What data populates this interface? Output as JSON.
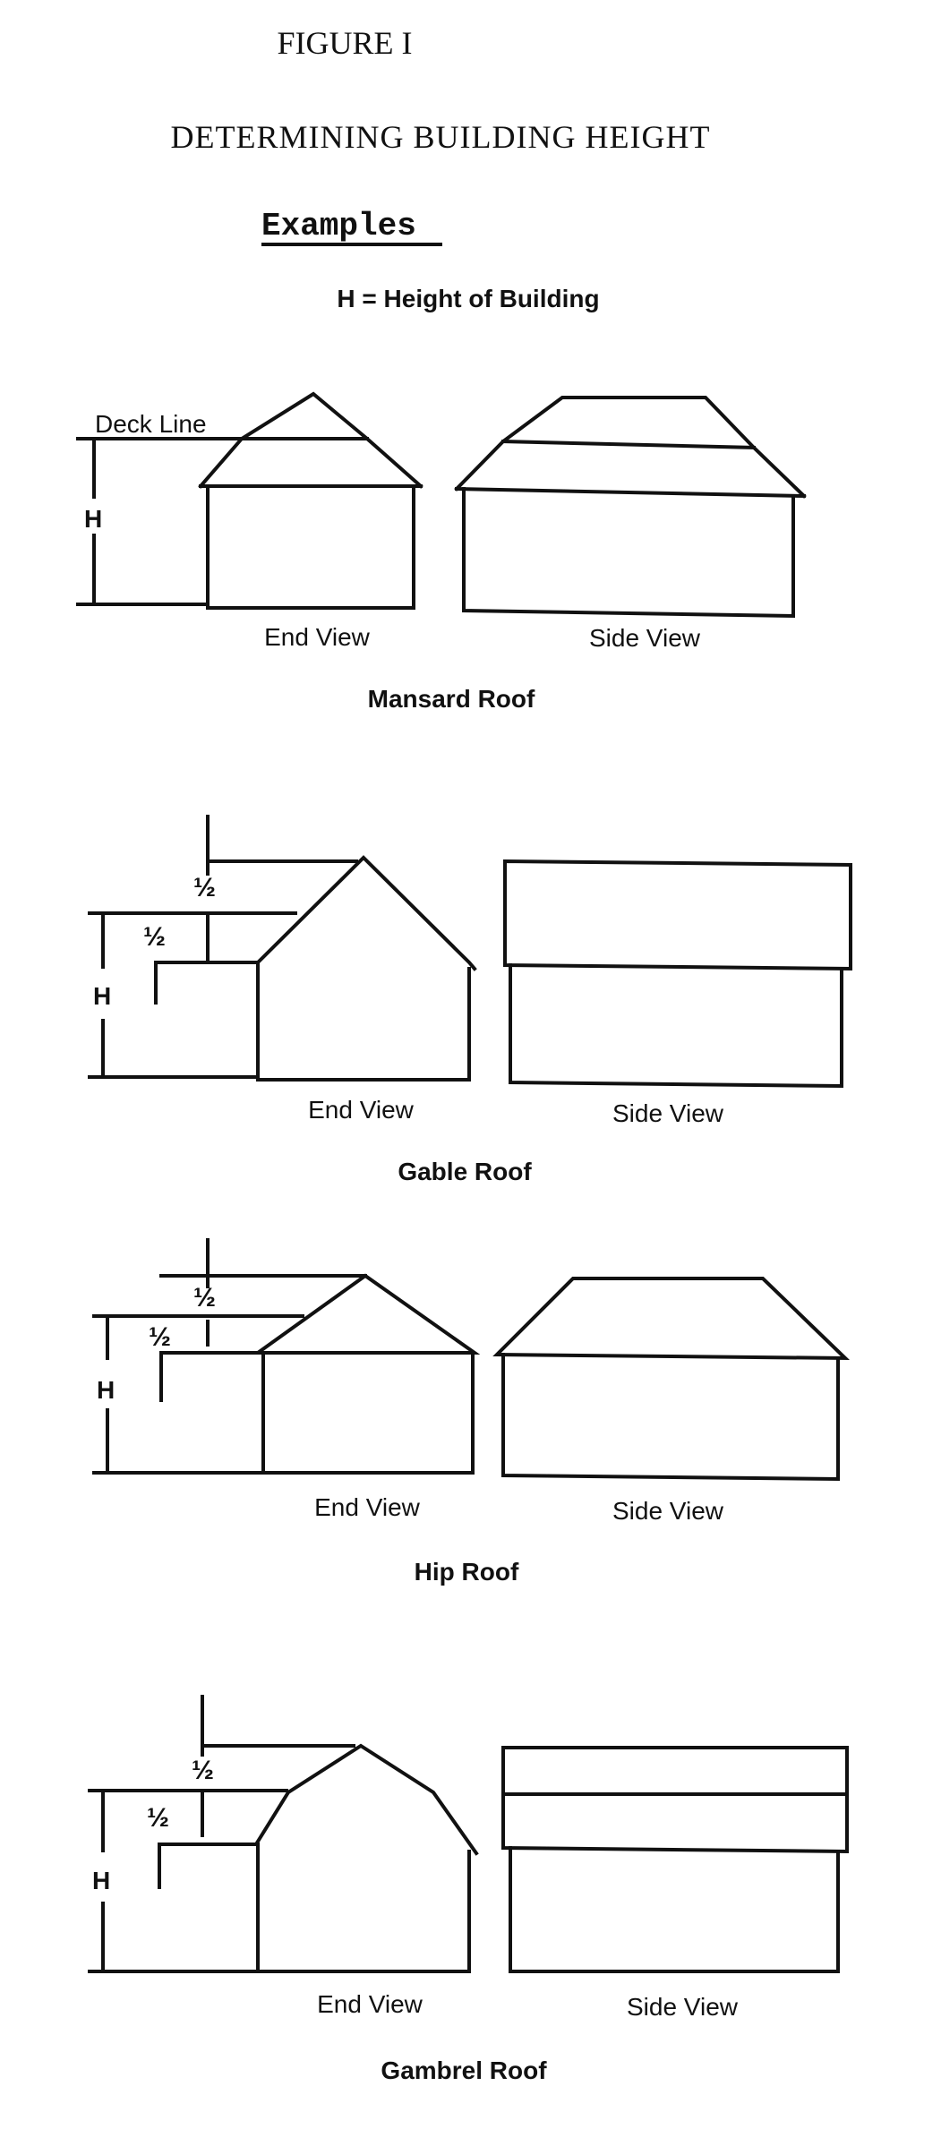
{
  "figure_label": "FIGURE I",
  "title": "DETERMINING BUILDING HEIGHT",
  "subtitle": "Examples",
  "legend": "H = Height of Building",
  "mansard": {
    "deck_line_label": "Deck Line",
    "h_label": "H",
    "end_view_label": "End View",
    "side_view_label": "Side View",
    "roof_name": "Mansard Roof"
  },
  "gable": {
    "half_upper": "½",
    "half_lower": "½",
    "h_label": "H",
    "end_view_label": "End View",
    "side_view_label": "Side View",
    "roof_name": "Gable Roof"
  },
  "hip": {
    "half_upper": "½",
    "half_lower": "½",
    "h_label": "H",
    "end_view_label": "End View",
    "side_view_label": "Side View",
    "roof_name": "Hip Roof"
  },
  "gambrel": {
    "half_upper": "½",
    "half_lower": "½",
    "h_label": "H",
    "end_view_label": "End View",
    "side_view_label": "Side View",
    "roof_name": "Gambrel Roof"
  },
  "colors": {
    "ink": "#111111",
    "paper": "#ffffff"
  }
}
